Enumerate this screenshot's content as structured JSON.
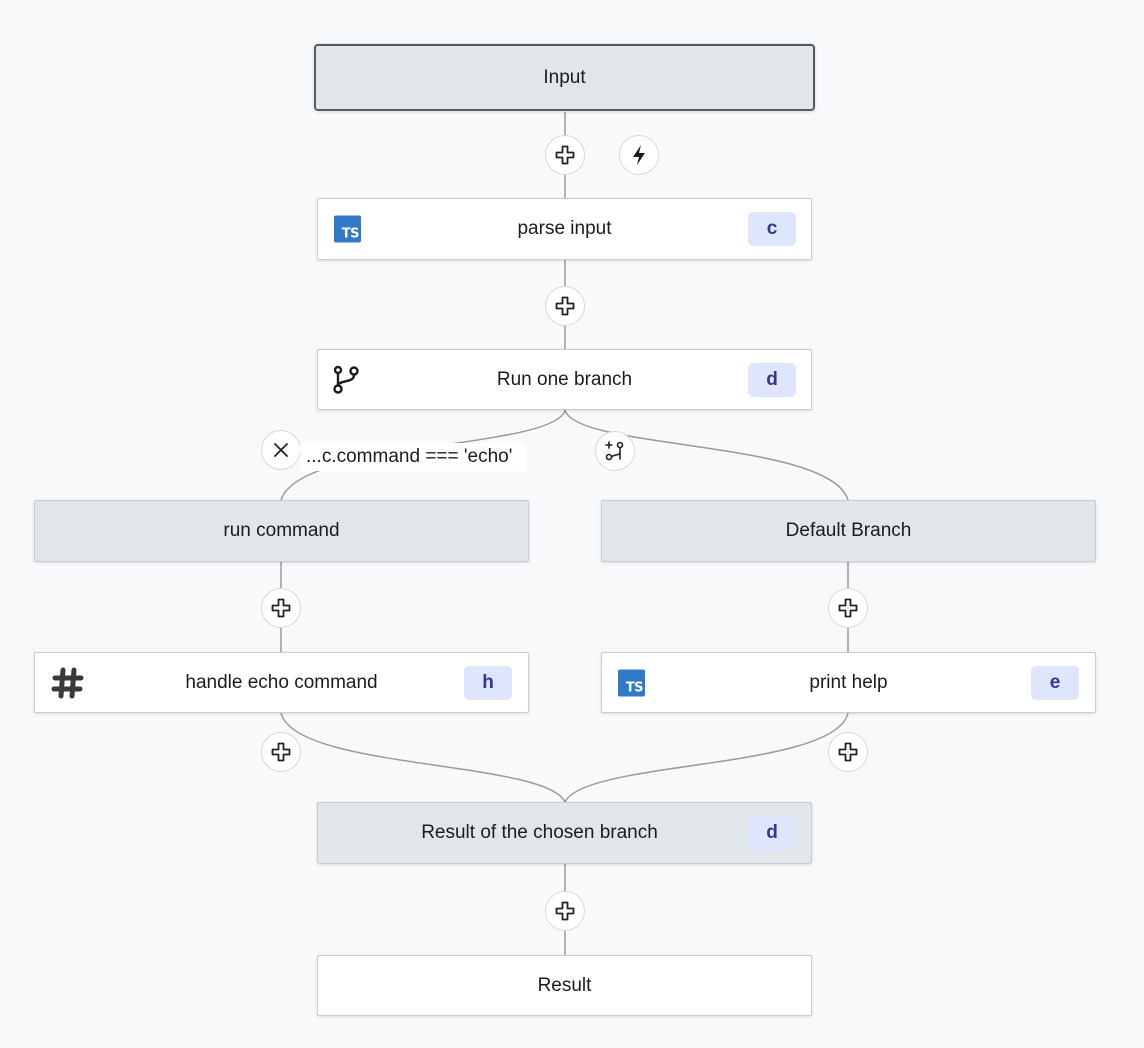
{
  "nodes": {
    "input": {
      "label": "Input"
    },
    "parse_input": {
      "label": "parse input",
      "badge": "c",
      "icon": "typescript-icon",
      "icon_text": "TS"
    },
    "run_one_branch": {
      "label": "Run one branch",
      "badge": "d",
      "icon": "branch-icon"
    },
    "run_command": {
      "label": "run command"
    },
    "default_branch": {
      "label": "Default Branch"
    },
    "handle_echo": {
      "label": "handle echo command",
      "badge": "h",
      "icon": "slack-icon"
    },
    "print_help": {
      "label": "print help",
      "badge": "e",
      "icon": "typescript-icon",
      "icon_text": "TS"
    },
    "result_chosen": {
      "label": "Result of the chosen branch",
      "badge": "d"
    },
    "result": {
      "label": "Result"
    }
  },
  "branch_condition": "...c.command === 'echo'",
  "controls": {
    "add_step_icon": "plus-icon",
    "trigger_icon": "lightning-icon",
    "remove_branch_icon": "close-icon",
    "add_branch_icon": "add-branch-icon"
  },
  "colors": {
    "node_gray": "#e1e6eb",
    "node_white": "#ffffff",
    "badge_bg": "#dfe5fb",
    "badge_text": "#31388f",
    "ts_blue": "#3178c6",
    "edge": "#9a9a9a",
    "background": "#f8f9fb"
  }
}
